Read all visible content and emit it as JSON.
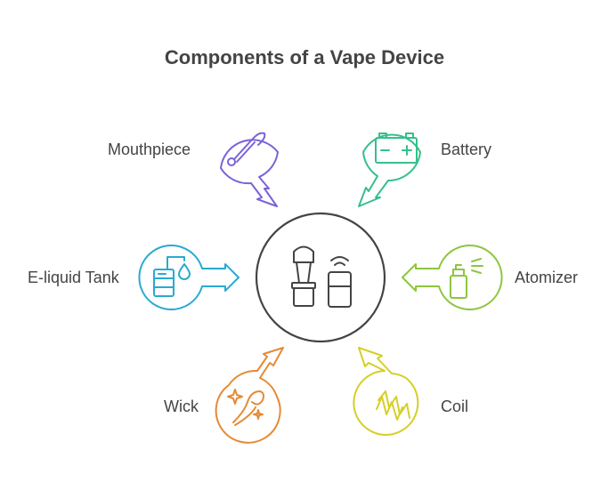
{
  "title": "Components of a Vape Device",
  "center": {
    "icon": "vape-device-icon",
    "color": "#444444"
  },
  "components": [
    {
      "id": "mouthpiece",
      "label": "Mouthpiece",
      "icon": "mouthpiece-icon",
      "color": "#7b62d9"
    },
    {
      "id": "battery",
      "label": "Battery",
      "icon": "battery-icon",
      "color": "#35c08c"
    },
    {
      "id": "e-liquid-tank",
      "label": "E-liquid Tank",
      "icon": "e-liquid-tank-icon",
      "color": "#2aa9d2"
    },
    {
      "id": "atomizer",
      "label": "Atomizer",
      "icon": "atomizer-icon",
      "color": "#8cc63f"
    },
    {
      "id": "wick",
      "label": "Wick",
      "icon": "wick-icon",
      "color": "#e58a34"
    },
    {
      "id": "coil",
      "label": "Coil",
      "icon": "coil-icon",
      "color": "#d6cf27"
    }
  ]
}
